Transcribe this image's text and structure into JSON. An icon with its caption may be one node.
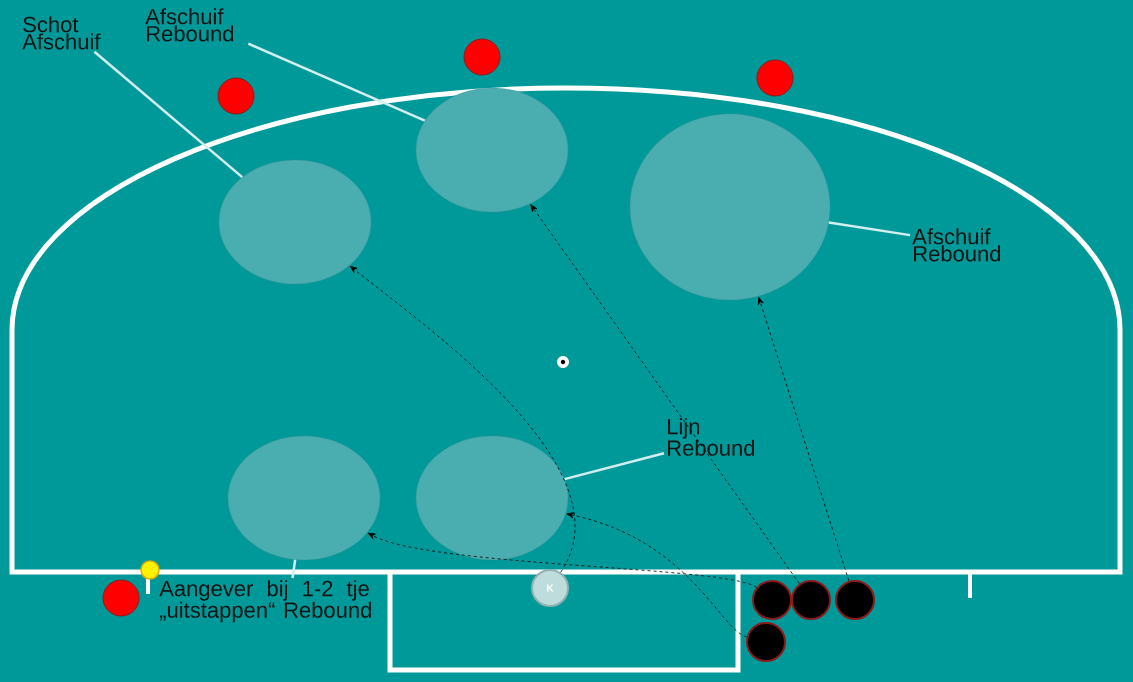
{
  "diagram": {
    "nodes": [
      {
        "text": [
          "Schot Afschuif"
        ]
      },
      {
        "text": [
          "Afschuif Rebound"
        ]
      },
      {
        "text": [
          "Afschuif Rebound"
        ]
      },
      {
        "text": [
          "Lijn Rebound"
        ]
      },
      {
        "text": [
          "Aangever bij 1-2 tje „uitstappen“ Rebound"
        ]
      },
      {
        "text": [],
        "shape": "circle"
      },
      {
        "text": [],
        "shape": "circle"
      },
      {
        "text": [],
        "shape": "circle"
      },
      {
        "text": [],
        "shape": "circle"
      },
      {
        "text": [],
        "shape": "circle"
      },
      {
        "text": [
          "K"
        ]
      },
      {
        "text": [],
        "shape": "circle"
      },
      {
        "text": [],
        "shape": "circle"
      },
      {
        "text": [],
        "shape": "circle"
      },
      {
        "text": [],
        "shape": "circle"
      },
      {
        "text": [],
        "shape": "circle"
      },
      {
        "text": [],
        "shape": "circle"
      },
      {
        "text": [],
        "shape": "circle"
      },
      {
        "text": [],
        "shape": "circle"
      },
      {
        "text": [],
        "shape": "circle"
      }
    ],
    "edges": [
      {
        "from": 0,
        "to": 5,
        "arrow": "none",
        "style": "thick",
        "color": "#d4eef0"
      },
      {
        "from": 1,
        "to": 6,
        "arrow": "none",
        "style": "thick",
        "color": "#d4eef0"
      },
      {
        "from": 2,
        "to": 7,
        "arrow": "none",
        "style": "thick",
        "color": "#d4eef0"
      },
      {
        "from": 3,
        "to": 9,
        "arrow": "none",
        "style": "thick",
        "color": "#d4eef0"
      },
      {
        "from": 4,
        "to": 8,
        "arrow": "none",
        "style": "thick",
        "color": "#d4eef0"
      },
      {
        "from": 10,
        "to": 5,
        "arrow": "to",
        "style": "dashed",
        "color": "#000000"
      },
      {
        "from": 11,
        "to": 8,
        "arrow": "to",
        "style": "dashed",
        "color": "#000000"
      },
      {
        "from": 14,
        "to": 9,
        "arrow": "to",
        "style": "dashed",
        "color": "#000000"
      },
      {
        "from": 12,
        "to": 6,
        "arrow": "to",
        "style": "dashed",
        "color": "#000000"
      },
      {
        "from": 13,
        "to": 7,
        "arrow": "to",
        "style": "dashed",
        "color": "#000000"
      }
    ]
  }
}
